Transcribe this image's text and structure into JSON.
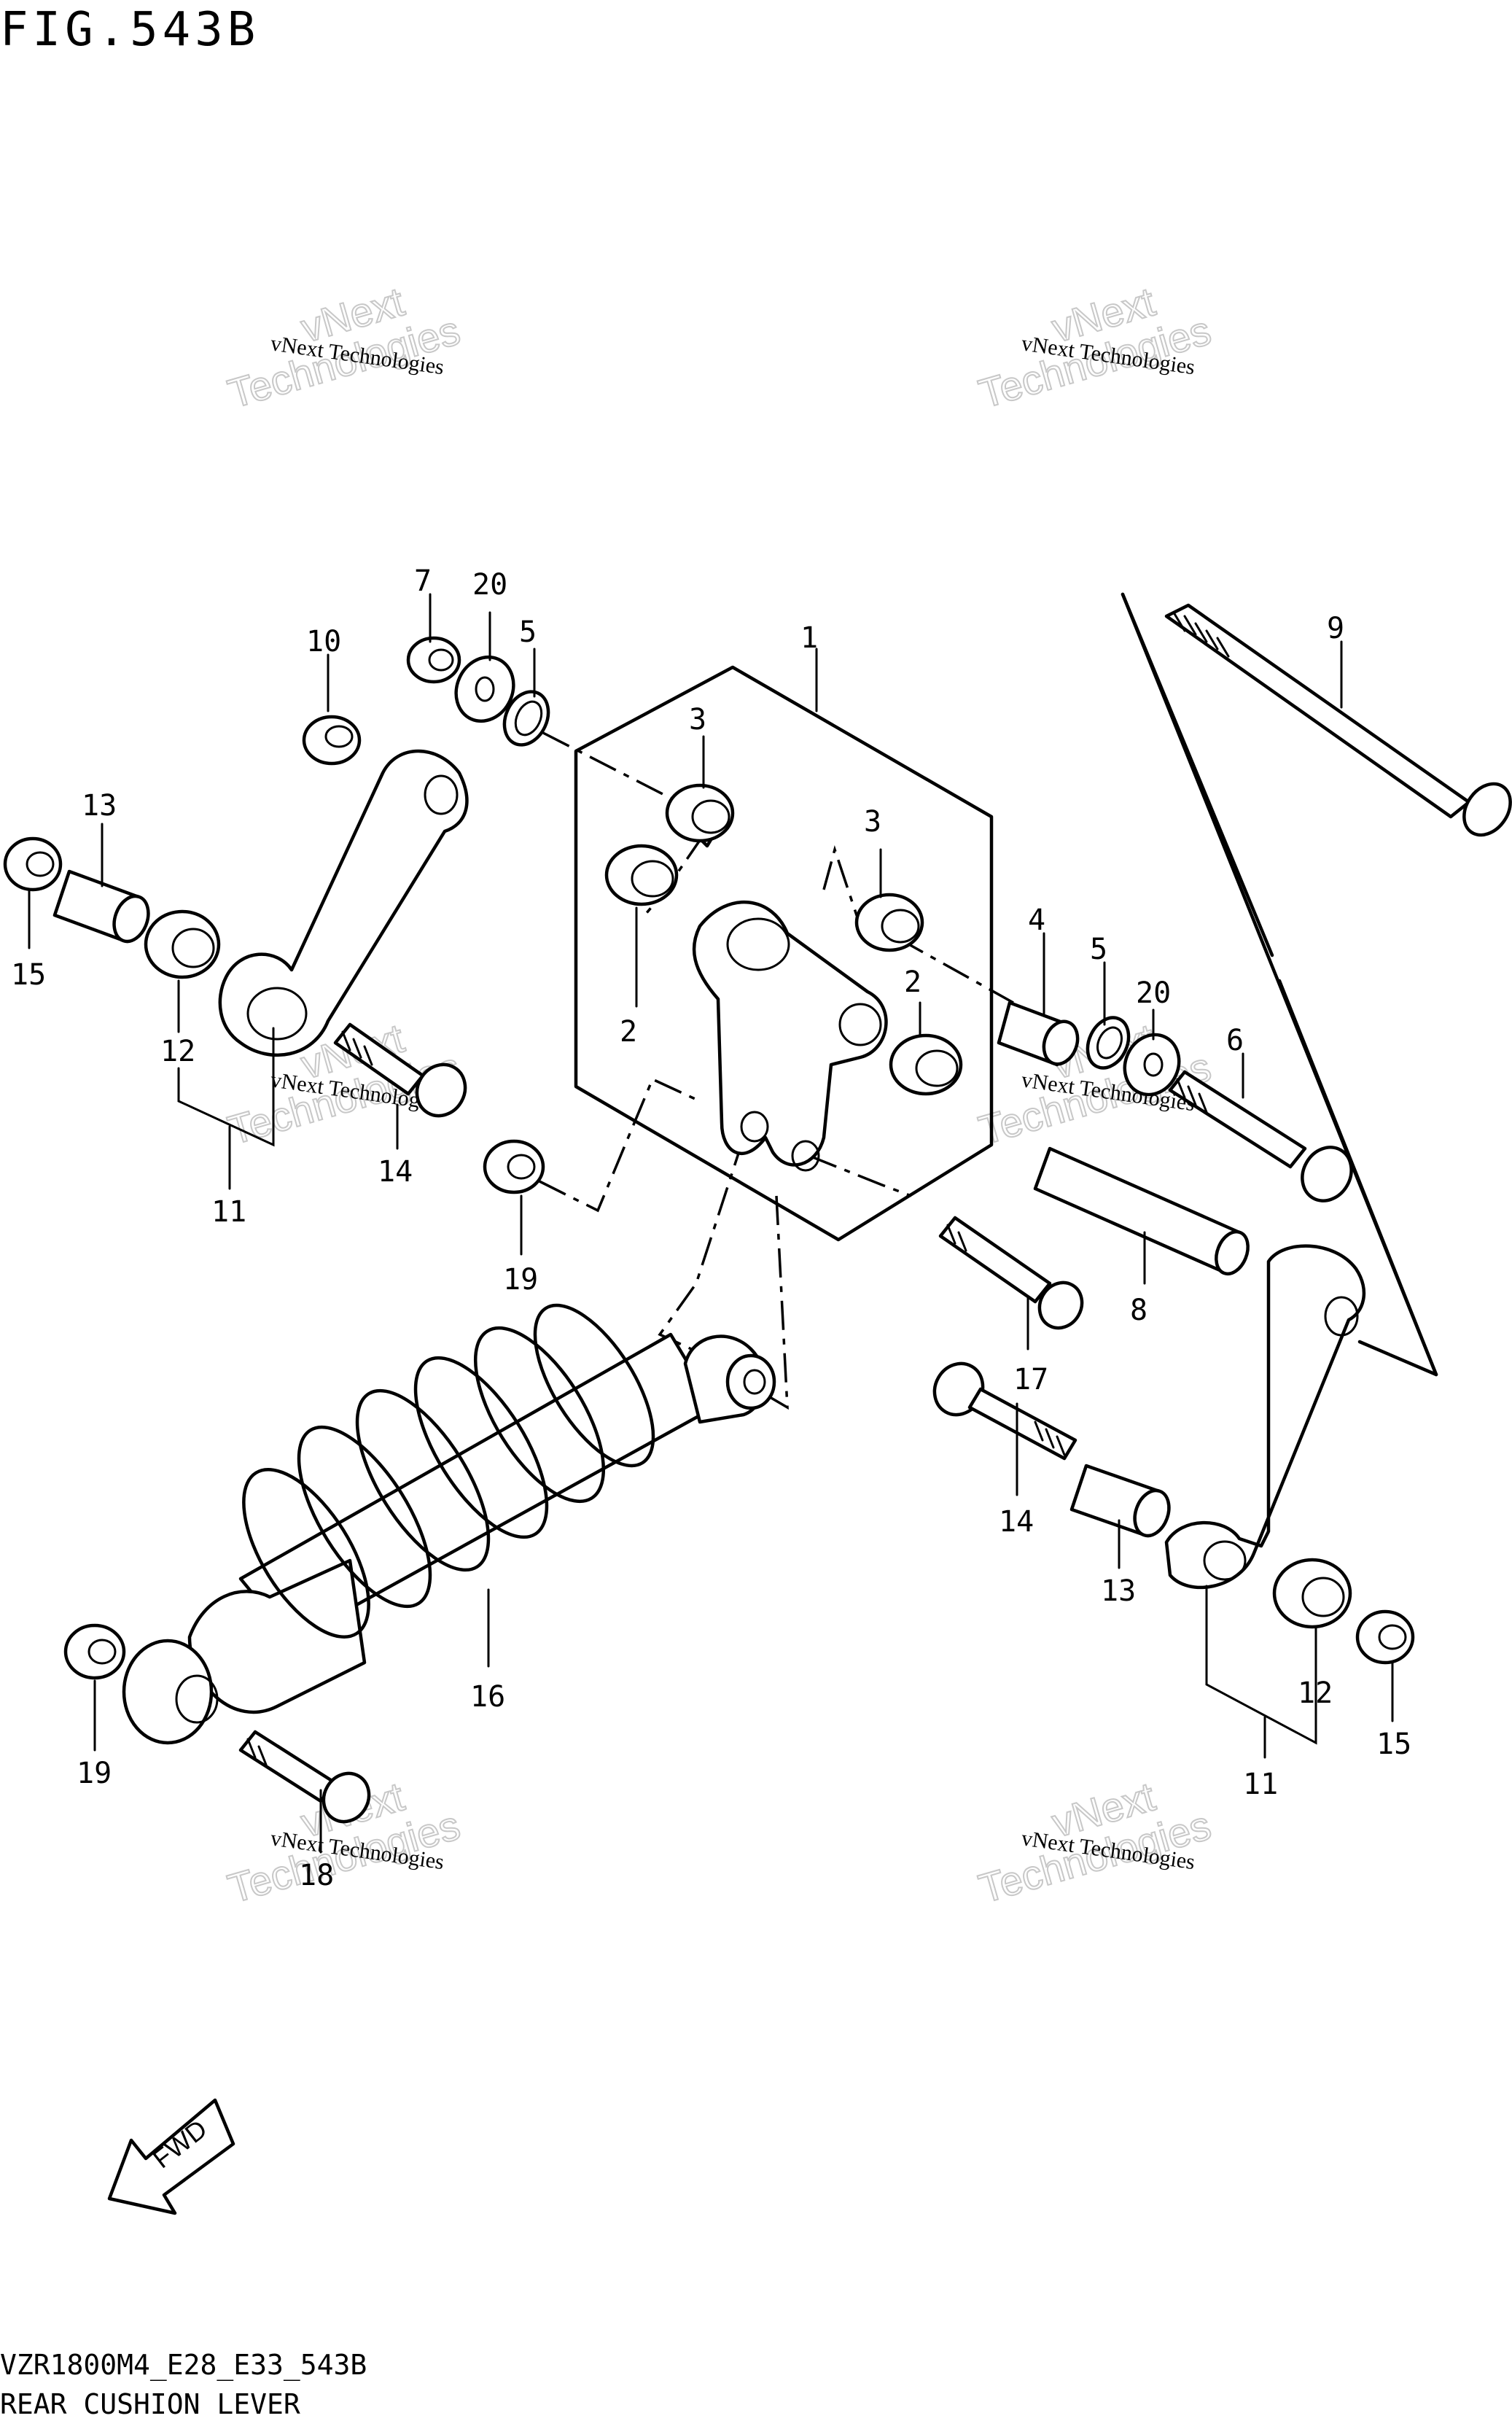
{
  "figure": {
    "title": "FIG.543B",
    "model_code": "VZR1800M4_E28_E33_543B",
    "caption": "REAR CUSHION LEVER"
  },
  "watermark": {
    "line1": "vNext Technologies",
    "line2": "vNext",
    "line3": "Technologies"
  },
  "fwd_label": "FWD",
  "callouts": [
    "1",
    "2",
    "2",
    "3",
    "3",
    "4",
    "5",
    "5",
    "6",
    "7",
    "8",
    "9",
    "10",
    "11",
    "11",
    "12",
    "12",
    "13",
    "13",
    "14",
    "14",
    "15",
    "15",
    "16",
    "17",
    "18",
    "19",
    "19",
    "20",
    "20"
  ]
}
